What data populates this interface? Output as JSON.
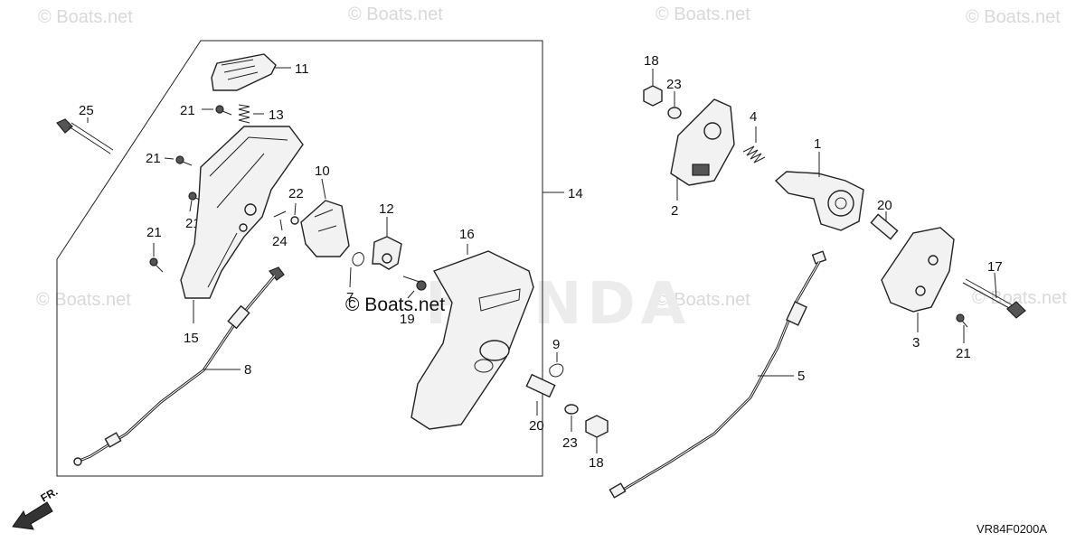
{
  "watermarks": {
    "site": "© Boats.net",
    "center": "© Boats.net",
    "brand": "HONDA"
  },
  "diagram_code": "VR84F0200A",
  "front_label": "FR.",
  "callouts": {
    "n1": "1",
    "n2": "2",
    "n3": "3",
    "n4": "4",
    "n5": "5",
    "n7": "7",
    "n8": "8",
    "n9": "9",
    "n10": "10",
    "n11": "11",
    "n12": "12",
    "n13": "13",
    "n14": "14",
    "n15": "15",
    "n16": "16",
    "n17": "17",
    "n18a": "18",
    "n18b": "18",
    "n19": "19",
    "n20a": "20",
    "n20b": "20",
    "n21a": "21",
    "n21b": "21",
    "n21c": "21",
    "n21d": "21",
    "n21e": "21",
    "n22": "22",
    "n23a": "23",
    "n23b": "23",
    "n24": "24",
    "n25": "25"
  }
}
